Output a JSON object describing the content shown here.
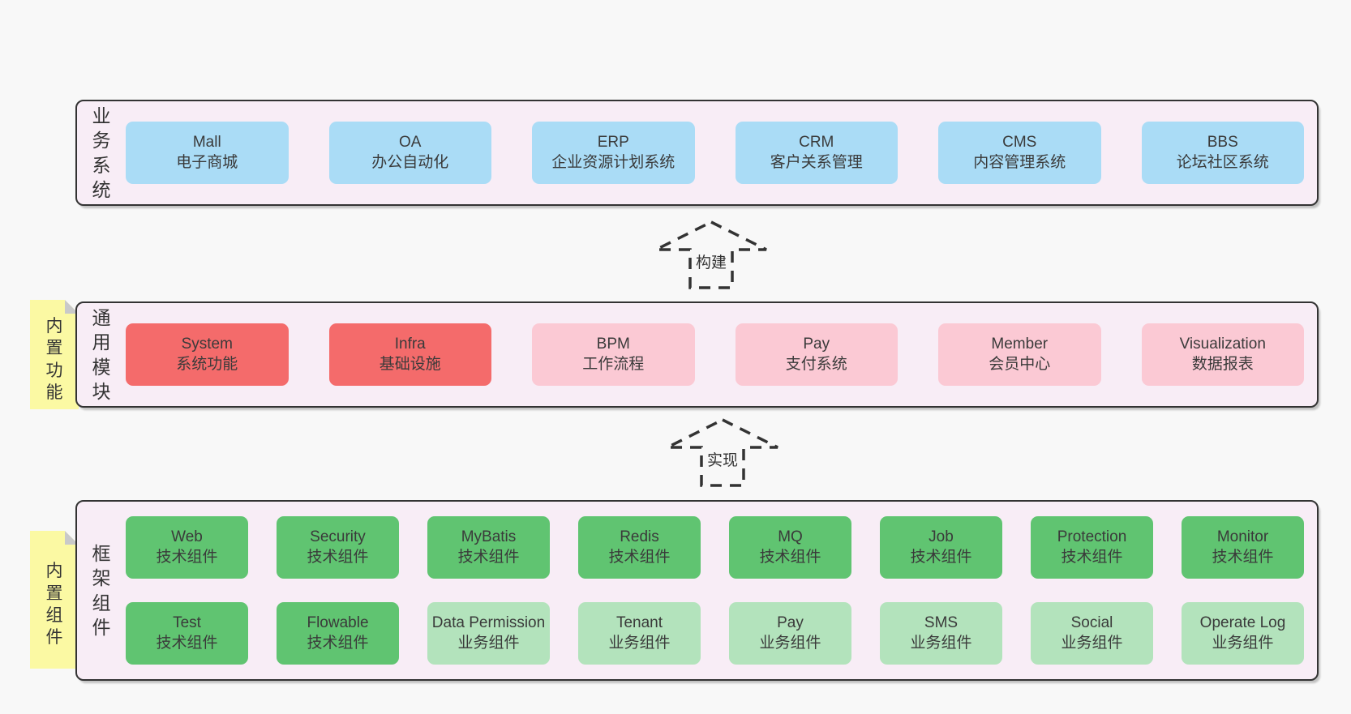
{
  "colors": {
    "page_bg": "#f8f8f8",
    "container_bg": "#f8edf6",
    "border": "#333333",
    "blue": "#aadcf6",
    "red": "#f46b6b",
    "pink": "#fbc9d4",
    "green": "#60c471",
    "green_light": "#b3e3bc",
    "sticky": "#fbf9a3",
    "sticky_fold": "#c9c9c9"
  },
  "layers": {
    "business": {
      "label": "业务系统",
      "boxes": [
        {
          "title": "Mall",
          "subtitle": "电子商城",
          "variant": "blue"
        },
        {
          "title": "OA",
          "subtitle": "办公自动化",
          "variant": "blue"
        },
        {
          "title": "ERP",
          "subtitle": "企业资源计划系统",
          "variant": "blue"
        },
        {
          "title": "CRM",
          "subtitle": "客户关系管理",
          "variant": "blue"
        },
        {
          "title": "CMS",
          "subtitle": "内容管理系统",
          "variant": "blue"
        },
        {
          "title": "BBS",
          "subtitle": "论坛社区系统",
          "variant": "blue"
        }
      ]
    },
    "modules": {
      "label": "通用模块",
      "sticky": "内置功能",
      "boxes": [
        {
          "title": "System",
          "subtitle": "系统功能",
          "variant": "red"
        },
        {
          "title": "Infra",
          "subtitle": "基础设施",
          "variant": "red"
        },
        {
          "title": "BPM",
          "subtitle": "工作流程",
          "variant": "pink"
        },
        {
          "title": "Pay",
          "subtitle": "支付系统",
          "variant": "pink"
        },
        {
          "title": "Member",
          "subtitle": "会员中心",
          "variant": "pink"
        },
        {
          "title": "Visualization",
          "subtitle": "数据报表",
          "variant": "pink"
        }
      ]
    },
    "components": {
      "label": "框架组件",
      "sticky": "内置组件",
      "row1": [
        {
          "title": "Web",
          "subtitle": "技术组件",
          "variant": "green"
        },
        {
          "title": "Security",
          "subtitle": "技术组件",
          "variant": "green"
        },
        {
          "title": "MyBatis",
          "subtitle": "技术组件",
          "variant": "green"
        },
        {
          "title": "Redis",
          "subtitle": "技术组件",
          "variant": "green"
        },
        {
          "title": "MQ",
          "subtitle": "技术组件",
          "variant": "green"
        },
        {
          "title": "Job",
          "subtitle": "技术组件",
          "variant": "green"
        },
        {
          "title": "Protection",
          "subtitle": "技术组件",
          "variant": "green"
        },
        {
          "title": "Monitor",
          "subtitle": "技术组件",
          "variant": "green"
        }
      ],
      "row2": [
        {
          "title": "Test",
          "subtitle": "技术组件",
          "variant": "green"
        },
        {
          "title": "Flowable",
          "subtitle": "技术组件",
          "variant": "green"
        },
        {
          "title": "Data Permission",
          "subtitle": "业务组件",
          "variant": "green-light"
        },
        {
          "title": "Tenant",
          "subtitle": "业务组件",
          "variant": "green-light"
        },
        {
          "title": "Pay",
          "subtitle": "业务组件",
          "variant": "green-light"
        },
        {
          "title": "SMS",
          "subtitle": "业务组件",
          "variant": "green-light"
        },
        {
          "title": "Social",
          "subtitle": "业务组件",
          "variant": "green-light"
        },
        {
          "title": "Operate Log",
          "subtitle": "业务组件",
          "variant": "green-light"
        }
      ]
    }
  },
  "arrows": {
    "build": {
      "label": "构建"
    },
    "implement": {
      "label": "实现"
    }
  }
}
